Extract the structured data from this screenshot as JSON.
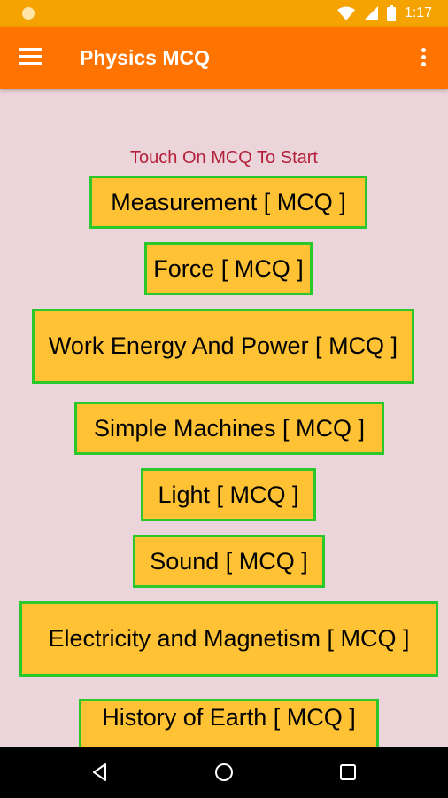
{
  "status_bar": {
    "time": "1:17"
  },
  "app_bar": {
    "title": "Physics MCQ"
  },
  "instruction": "Touch On MCQ To Start",
  "mcq_items": [
    "Measurement [ MCQ ]",
    "Force [ MCQ ]",
    "Work Energy And Power [ MCQ ]",
    "Simple Machines [ MCQ ]",
    "Light [ MCQ ]",
    "Sound [ MCQ ]",
    "Electricity and Magnetism [ MCQ ]",
    "History of Earth [ MCQ ]"
  ],
  "icons": {
    "menu": "menu-icon",
    "overflow": "overflow-menu-icon",
    "wifi": "wifi-icon",
    "signal": "signal-icon",
    "battery": "battery-icon",
    "back": "back-icon",
    "home": "home-icon",
    "recents": "recents-icon"
  },
  "colors": {
    "status_bar": "#f5a300",
    "app_bar": "#ff7300",
    "background": "#ecd5da",
    "button_fill": "#ffc235",
    "button_border": "#2bc82b",
    "instruction_text": "#b4203a"
  }
}
